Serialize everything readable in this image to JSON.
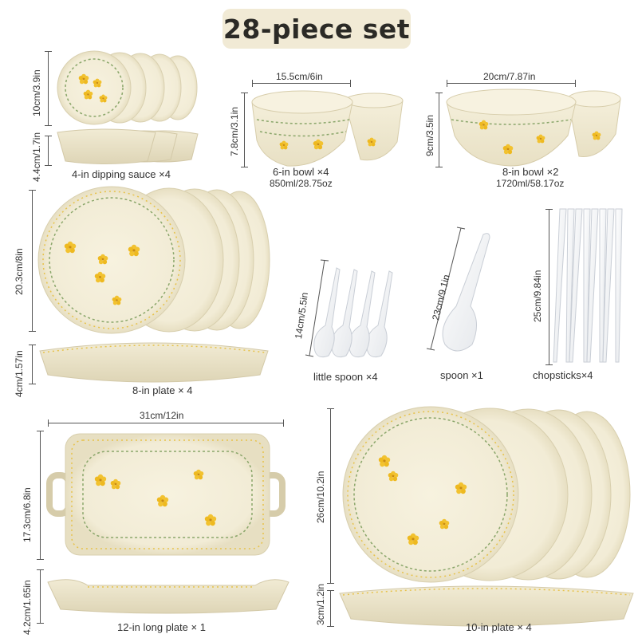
{
  "title": "28-piece set",
  "colors": {
    "cream": "#f4efdc",
    "rim": "#e9e2c6",
    "flower": "#f2c230",
    "leaf": "#7a9a55",
    "white_porcelain": "#f6f7f9"
  },
  "items": {
    "dipping_sauce": {
      "name": "4-in dipping sauce ×4",
      "width": "10cm/3.9in",
      "height": "4.4cm/1.7in"
    },
    "bowl_6in": {
      "name": "6-in bowl ×4",
      "capacity": "850ml/28.75oz",
      "diameter": "15.5cm/6in",
      "height": "7.8cm/3.1in"
    },
    "bowl_8in": {
      "name": "8-in bowl ×2",
      "capacity": "1720ml/58.17oz",
      "diameter": "20cm/7.87in",
      "height": "9cm/3.5in"
    },
    "plate_8in": {
      "name": "8-in plate × 4",
      "diameter": "20.3cm/8in",
      "height": "4cm/1.57in"
    },
    "little_spoon": {
      "name": "little spoon ×4",
      "length": "14cm/5.5in"
    },
    "spoon": {
      "name": "spoon ×1",
      "length": "23cm/9.1in"
    },
    "chopsticks": {
      "name": "chopsticks×4",
      "length": "25cm/9.84in"
    },
    "long_plate_12in": {
      "name": "12-in long plate × 1",
      "length": "31cm/12in",
      "width": "17.3cm/6.8in",
      "height": "4.2cm/1.65in"
    },
    "plate_10in": {
      "name": "10-in plate × 4",
      "diameter": "26cm/10.2in",
      "height": "3cm/1.2in"
    }
  }
}
